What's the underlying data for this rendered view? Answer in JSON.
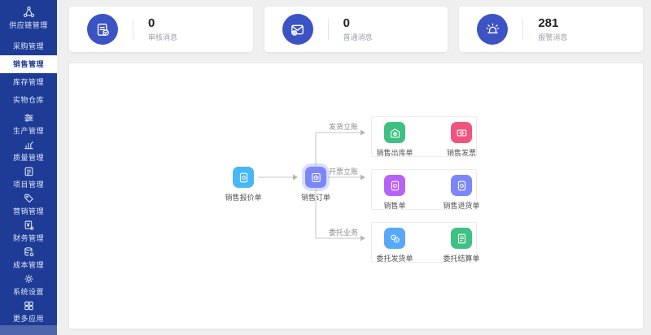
{
  "sidebar": {
    "groups": [
      {
        "icon": "network-icon",
        "label": "供应链管理",
        "children": [
          {
            "label": "采购管理",
            "selected": false
          },
          {
            "label": "销售管理",
            "selected": true
          },
          {
            "label": "库存管理",
            "selected": false
          },
          {
            "label": "实物仓库",
            "selected": false
          }
        ]
      },
      {
        "icon": "sliders-icon",
        "label": "生产管理"
      },
      {
        "icon": "chart-icon",
        "label": "质量管理"
      },
      {
        "icon": "clipboard-icon",
        "label": "项目管理"
      },
      {
        "icon": "tag-icon",
        "label": "营销管理"
      },
      {
        "icon": "calculator-icon",
        "label": "财务管理"
      },
      {
        "icon": "database-icon",
        "label": "成本管理"
      },
      {
        "icon": "gear-icon",
        "label": "系统设置"
      },
      {
        "icon": "grid-icon",
        "label": "更多应用"
      }
    ]
  },
  "cards": [
    {
      "icon": "audit-doc-icon",
      "value": "0",
      "label": "审核消息"
    },
    {
      "icon": "mail-gear-icon",
      "value": "0",
      "label": "普通消息"
    },
    {
      "icon": "alarm-icon",
      "value": "281",
      "label": "报警消息"
    }
  ],
  "flow": {
    "quote": {
      "label": "销售报价单",
      "color": "#49b6f5"
    },
    "order": {
      "label": "销售订单",
      "color": "#7b87f9"
    },
    "branch1": {
      "label": "发货立账",
      "a": {
        "label": "销售出库单",
        "color": "#3ec183"
      },
      "b": {
        "label": "销售发票",
        "color": "#f1537f"
      }
    },
    "branch2": {
      "label": "开票立账",
      "a": {
        "label": "销售单",
        "color": "#b662f6"
      },
      "b": {
        "label": "销售退货单",
        "color": "#7b87f9"
      }
    },
    "branch3": {
      "label": "委托业务",
      "a": {
        "label": "委托发货单",
        "color": "#57a9f8"
      },
      "b": {
        "label": "委托结算单",
        "color": "#3ec183"
      }
    }
  },
  "colors": {
    "sidebar_bg": "#1e3c96",
    "accent_circle": "#3b53c3",
    "page_bg": "#efefef",
    "connector": "#c4c4c4"
  }
}
